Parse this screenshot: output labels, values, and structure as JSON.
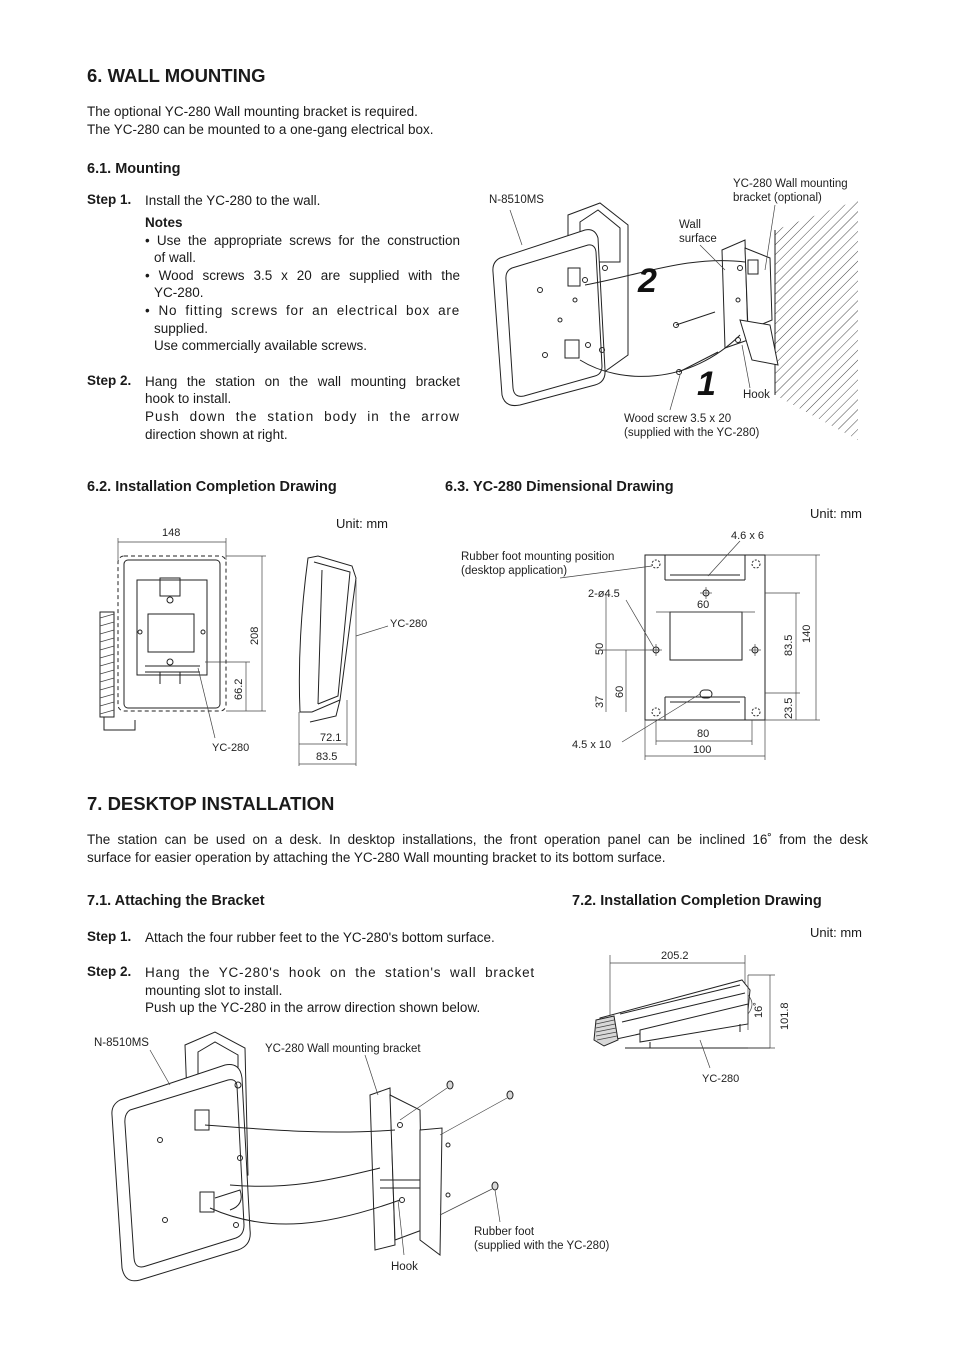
{
  "sec6": {
    "title": "6. WALL MOUNTING",
    "intro1": "The optional YC-280 Wall mounting bracket is required.",
    "intro2": "The YC-280 can be mounted to a one-gang electrical box.",
    "s61_title": "6.1. Mounting",
    "step1_label": "Step 1.",
    "step1_text": "Install the YC-280 to the wall.",
    "notes_title": "Notes",
    "note1a": "• Use the appropriate screws for the construction",
    "note1b": "of wall.",
    "note2a": "• Wood screws 3.5 x 20 are supplied with the",
    "note2b": "YC-280.",
    "note3a": "• No fitting screws for an electrical box are",
    "note3b": "supplied.",
    "note3c": "Use commercially available screws.",
    "step2_label": "Step 2.",
    "step2_a": "Hang the station on the wall mounting bracket",
    "step2_b": "hook to install.",
    "step2_c": "Push down the station body in the arrow",
    "step2_d": "direction shown at right.",
    "fig1": {
      "n8510": "N-8510MS",
      "bracket_a": "YC-280 Wall mounting",
      "bracket_b": "bracket (optional)",
      "wall_a": "Wall",
      "wall_b": "surface",
      "num2": "2",
      "num1": "1",
      "hook": "Hook",
      "screw_a": "Wood screw 3.5 x 20",
      "screw_b": "(supplied with the YC-280)"
    },
    "s62_title": "6.2. Installation Completion Drawing",
    "s63_title": "6.3. YC-280 Dimensional Drawing",
    "fig2": {
      "unit": "Unit: mm",
      "d148": "148",
      "d208": "208",
      "d662": "66.2",
      "d721": "72.1",
      "d835": "83.5",
      "yc280_a": "YC-280",
      "yc280_b": "YC-280"
    },
    "fig3": {
      "unit": "Unit: mm",
      "rubber_a": "Rubber foot mounting position",
      "rubber_b": "(desktop application)",
      "d46x6": "4.6 x 6",
      "d2o45": "2-ø4.5",
      "d60a": "60",
      "d50": "50",
      "d37": "37",
      "d60b": "60",
      "d835": "83.5",
      "d140": "140",
      "d235": "23.5",
      "d45x10": "4.5 x 10",
      "d80": "80",
      "d100": "100"
    }
  },
  "sec7": {
    "title": "7. DESKTOP INSTALLATION",
    "intro1": "The station can be used on a desk. In desktop installations, the front operation panel can be inclined 16˚ from the desk",
    "intro2": "surface for easier operation by attaching the YC-280 Wall mounting bracket to its bottom surface.",
    "s71_title": "7.1. Attaching the Bracket",
    "s72_title": "7.2. Installation Completion Drawing",
    "step1_label": "Step 1.",
    "step1_text": "Attach the four rubber feet to the YC-280's bottom surface.",
    "step2_label": "Step 2.",
    "step2_a": "Hang the YC-280's hook on the station's wall bracket",
    "step2_b": "mounting slot to install.",
    "step2_c": "Push up the YC-280 in the arrow direction shown below.",
    "fig4": {
      "n8510": "N-8510MS",
      "bracket": "YC-280 Wall mounting bracket",
      "rubber_a": "Rubber foot",
      "rubber_b": "(supplied with the YC-280)",
      "hook": "Hook"
    },
    "fig5": {
      "unit": "Unit: mm",
      "d2052": "205.2",
      "d16": "16˚",
      "d1018": "101.8",
      "yc280": "YC-280"
    }
  }
}
